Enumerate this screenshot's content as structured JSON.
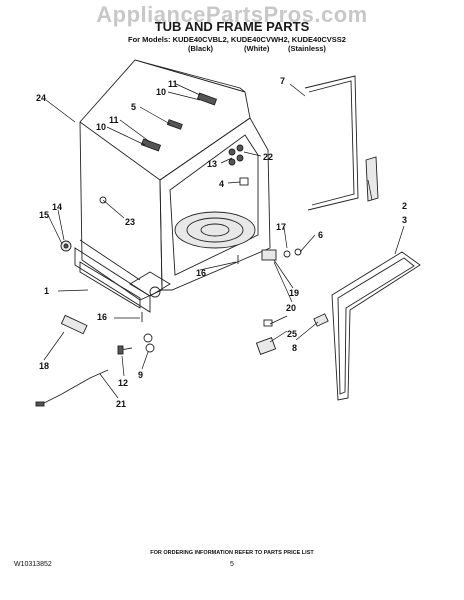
{
  "watermark": "AppliancePartsPros.com",
  "title": "TUB AND FRAME PARTS",
  "models_line": "For Models: KUDE40CVBL2, KUDE40CVWH2, KUDE40CVSS2",
  "variants": [
    "(Black)",
    "(White)",
    "(Stainless)"
  ],
  "footer_note": "FOR ORDERING INFORMATION REFER TO PARTS PRICE LIST",
  "document_number": "W10313852",
  "page_number": "5",
  "callouts": [
    "1",
    "2",
    "3",
    "4",
    "5",
    "6",
    "7",
    "8",
    "9",
    "10",
    "10",
    "11",
    "11",
    "12",
    "13",
    "14",
    "15",
    "16",
    "16",
    "17",
    "18",
    "19",
    "20",
    "21",
    "22",
    "23",
    "24",
    "25"
  ]
}
